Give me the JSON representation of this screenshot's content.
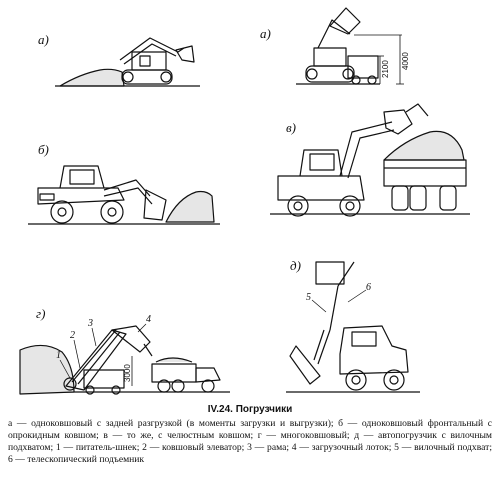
{
  "panels": {
    "a_left": {
      "letter": "а)"
    },
    "a_right": {
      "letter": "а)",
      "dims": [
        "2100",
        "4000"
      ]
    },
    "b": {
      "letter": "б)"
    },
    "v": {
      "letter": "в)"
    },
    "g": {
      "letter": "г)",
      "callouts": [
        "1",
        "2",
        "3",
        "4"
      ],
      "dim": "3000"
    },
    "d": {
      "letter": "д)",
      "callouts": [
        "5",
        "6"
      ]
    }
  },
  "caption": {
    "title": "IV.24. Погрузчики",
    "text": "а — одноковшовый с задней разгрузкой (в моменты загрузки и выгрузки); б — одноковшовый фронтальный с опрокидным ковшом; в — то же, с челюстным ковшом; г — многоковшовый; д — автопогрузчик с вилочным подхватом; 1 — питатель-шнек; 2 — ковшовый элеватор; 3 — рама; 4 — загрузочный лоток; 5 — вилочный подхват; 6 — телескопический подъемник"
  }
}
